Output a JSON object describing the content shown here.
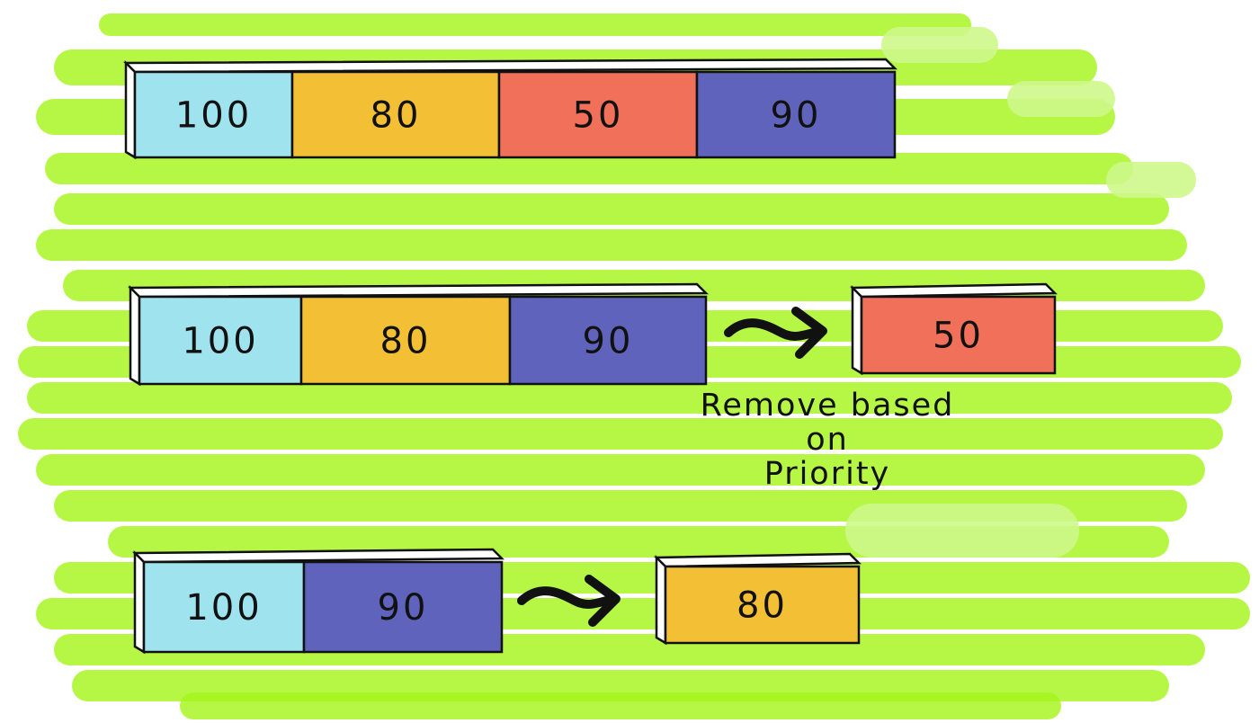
{
  "colors": {
    "background_highlight": "#a6f41c",
    "cyan": "#9fe3ef",
    "yellow": "#f2bf35",
    "red": "#f0705a",
    "blue": "#5f63bb",
    "outline": "#111111"
  },
  "rows": [
    {
      "queue": [
        {
          "label": "100",
          "color": "cyan"
        },
        {
          "label": "80",
          "color": "yellow"
        },
        {
          "label": "50",
          "color": "red"
        },
        {
          "label": "90",
          "color": "blue"
        }
      ]
    },
    {
      "queue": [
        {
          "label": "100",
          "color": "cyan"
        },
        {
          "label": "80",
          "color": "yellow"
        },
        {
          "label": "90",
          "color": "blue"
        }
      ],
      "removed": {
        "label": "50",
        "color": "red"
      }
    },
    {
      "queue": [
        {
          "label": "100",
          "color": "cyan"
        },
        {
          "label": "90",
          "color": "blue"
        }
      ],
      "removed": {
        "label": "80",
        "color": "yellow"
      }
    }
  ],
  "note": {
    "line1": "Remove based",
    "line2": "on",
    "line3": "Priority"
  }
}
